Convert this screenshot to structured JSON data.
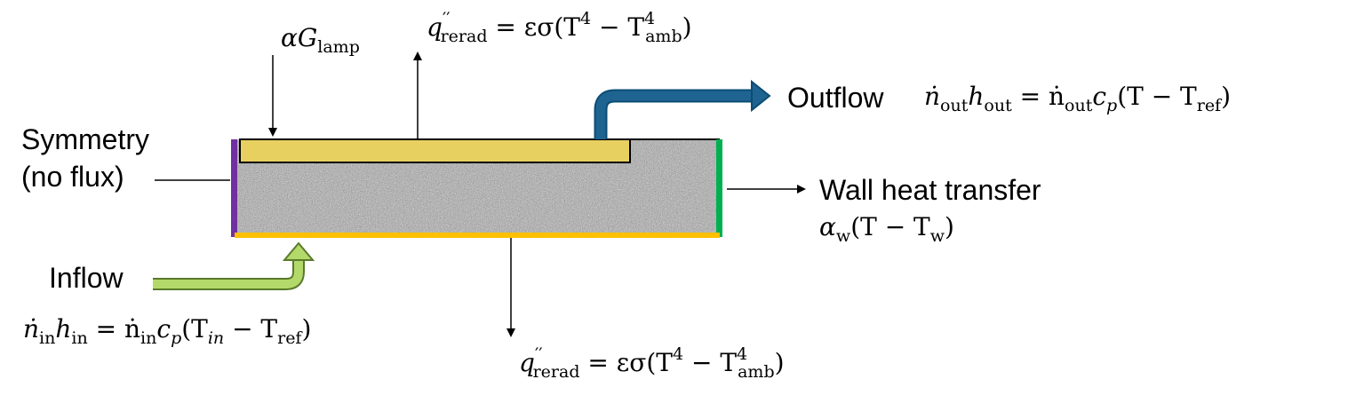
{
  "labels": {
    "symmetry_line1": "Symmetry",
    "symmetry_line2": "(no flux)",
    "inflow": "Inflow",
    "outflow": "Outflow",
    "wall_heat_transfer": "Wall heat transfer"
  },
  "equations": {
    "lamp": {
      "symbol": "αG",
      "sub": "lamp"
    },
    "rerad": {
      "lhs": "q",
      "prime": "′′",
      "lhs_sub": "rerad",
      "eq": " = εσ(T",
      "pow": "4",
      "minus": " − T",
      "pow2": "4",
      "amb_sub": "amb",
      "close": ")"
    },
    "outflow": {
      "n1": "ṅ",
      "n1_sub": "out",
      "h": "h",
      "h_sub": "out",
      "eq": " = ṅ",
      "n2_sub": "out",
      "c": "c",
      "c_sub": "p",
      "rest": "(T − T",
      "ref_sub": "ref",
      "close": ")"
    },
    "wall": {
      "alpha": "α",
      "alpha_sub": "w",
      "rest": "(T − T",
      "t_sub": "w",
      "close": ")"
    },
    "inflow": {
      "n1": "ṅ",
      "n1_sub": "in",
      "h": "h",
      "h_sub": "in",
      "eq": " = ṅ",
      "n2_sub": "in",
      "c": "c",
      "c_sub": "p",
      "rest": "(T",
      "t_sub": "in",
      "minus": " − T",
      "ref_sub": "ref",
      "close": ")"
    }
  },
  "colors": {
    "symmetry_boundary": "#7030a0",
    "wall_boundary": "#00b050",
    "bottom_boundary": "#ffc000",
    "top_layer": "#e8d060",
    "outflow_arrow": "#1f6391",
    "inflow_arrow": "#b4d96b",
    "porous_medium": "#a8a8a8"
  }
}
